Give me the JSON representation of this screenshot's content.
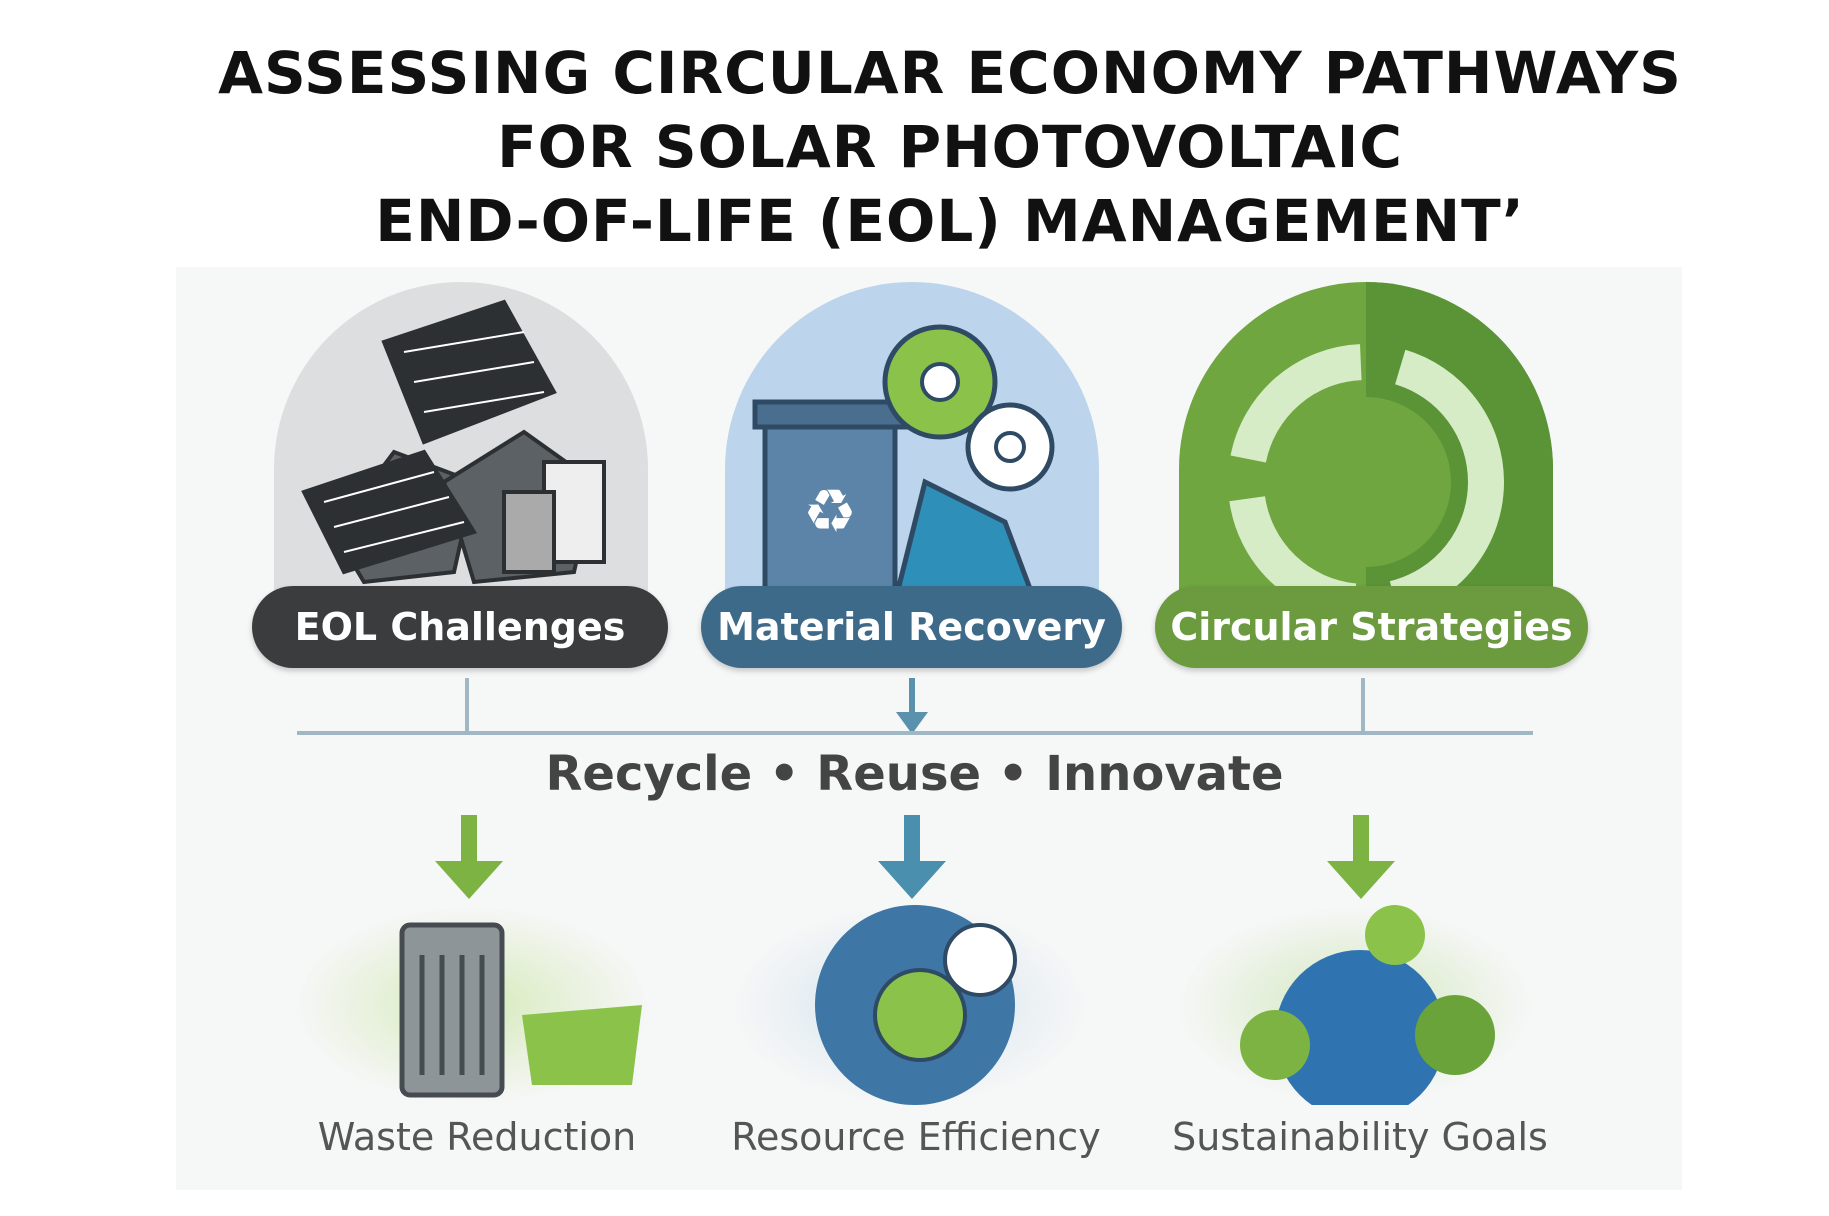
{
  "title": {
    "line1": "ASSESSING CIRCULAR ECONOMY PATHWAYS",
    "line2": "FOR SOLAR PHOTOVOLTAIC",
    "line3": "END-OF-LIFE (EOL) MANAGEMENT’"
  },
  "pillars": [
    {
      "label": "EOL Challenges",
      "color": "#3a3c3d",
      "icon": "solar-panel-waste-icon"
    },
    {
      "label": "Material Recovery",
      "color": "#3e6a8a",
      "icon": "recycle-bin-gears-icon"
    },
    {
      "label": "Circular Strategies",
      "color": "#6b9a3f",
      "icon": "circular-arrows-icon"
    }
  ],
  "tagline": "Recycle • Reuse • Innovate",
  "outcomes": [
    {
      "label": "Waste Reduction",
      "icon": "trash-can-icon"
    },
    {
      "label": "Resource Efficiency",
      "icon": "globe-gears-icon"
    },
    {
      "label": "Sustainability Goals",
      "icon": "green-earth-icon"
    }
  ]
}
